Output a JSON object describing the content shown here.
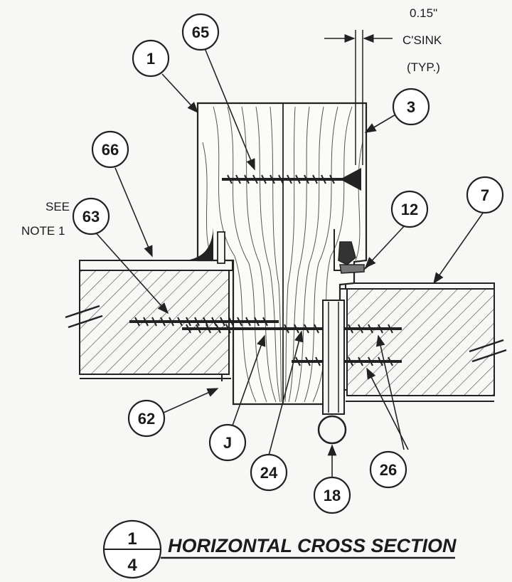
{
  "callouts": {
    "c1": "1",
    "c65": "65",
    "c3": "3",
    "c66": "66",
    "c63": "63",
    "c12": "12",
    "c7": "7",
    "c62": "62",
    "cJ": "J",
    "c24": "24",
    "c26": "26",
    "c18": "18"
  },
  "notes": {
    "see": "SEE",
    "note1": "NOTE 1",
    "csink_dim": "0.15\"",
    "csink_label": "C'SINK",
    "csink_typ": "(TYP.)"
  },
  "title": {
    "text": "HORIZONTAL CROSS SECTION",
    "detail_number": "1",
    "sheet_number": "4"
  }
}
